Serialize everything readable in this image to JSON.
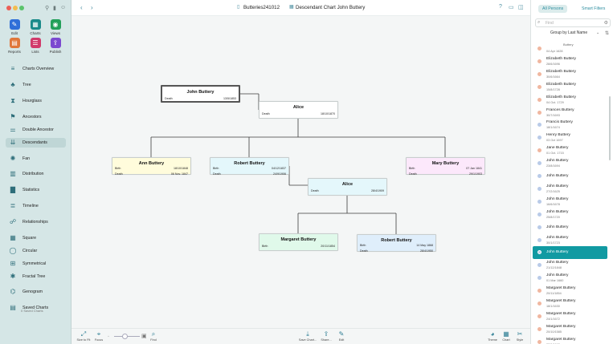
{
  "sidebar": {
    "apps": [
      {
        "label": "Edit",
        "icon": "pencil-icon",
        "color": "#2f6fd8"
      },
      {
        "label": "Charts",
        "icon": "charts-icon",
        "color": "#1a8a8a"
      },
      {
        "label": "Views",
        "icon": "eye-icon",
        "color": "#23a05a"
      },
      {
        "label": "Reports",
        "icon": "reports-icon",
        "color": "#e0773a"
      },
      {
        "label": "Lists",
        "icon": "lists-icon",
        "color": "#d13a6a"
      },
      {
        "label": "Publish",
        "icon": "publish-icon",
        "color": "#7b4ad0"
      }
    ],
    "nav": [
      {
        "label": "Charts Overview",
        "icon": "overview-icon"
      },
      {
        "label": "Tree",
        "icon": "tree-icon"
      },
      {
        "label": "Hourglass",
        "icon": "hourglass-icon"
      },
      {
        "label": "Ancestors",
        "icon": "ancestors-icon"
      },
      {
        "label": "Double Ancestor",
        "icon": "double-ancestor-icon"
      },
      {
        "label": "Descendants",
        "icon": "descendants-icon",
        "selected": true
      },
      {
        "label": "Fan",
        "icon": "fan-icon"
      },
      {
        "label": "Distribution",
        "icon": "distribution-icon"
      },
      {
        "label": "Statistics",
        "icon": "statistics-icon"
      },
      {
        "label": "Timeline",
        "icon": "timeline-icon"
      },
      {
        "label": "Relationships",
        "icon": "relationships-icon"
      },
      {
        "label": "Square",
        "icon": "square-icon"
      },
      {
        "label": "Circular",
        "icon": "circular-icon"
      },
      {
        "label": "Symmetrical",
        "icon": "symmetrical-icon"
      },
      {
        "label": "Fractal Tree",
        "icon": "fractal-tree-icon"
      },
      {
        "label": "Genogram",
        "icon": "genogram-icon"
      },
      {
        "label": "Saved Charts",
        "icon": "saved-charts-icon"
      }
    ],
    "saved_sub": "0 Saved Charts"
  },
  "toolbar": {
    "file_name": "Butteries241012",
    "chart_title": "Descendant Chart John Buttery"
  },
  "chart": {
    "nodes": [
      {
        "name": "John Buttery",
        "rows": [
          {
            "label": "Death",
            "value": "13/5/1853"
          }
        ]
      },
      {
        "name": "Alice",
        "rows": [
          {
            "label": "Death",
            "value": "18/10/1870"
          }
        ]
      },
      {
        "name": "Ann Buttery",
        "rows": [
          {
            "label": "Birth",
            "value": "18/10/1848"
          },
          {
            "label": "Death",
            "value": "06 Nov. 1847"
          }
        ]
      },
      {
        "name": "Robert Buttery",
        "rows": [
          {
            "label": "Birth",
            "value": "04/12/1837"
          },
          {
            "label": "Death",
            "value": "24/9/1906"
          }
        ]
      },
      {
        "name": "Mary Buttery",
        "rows": [
          {
            "label": "Birth",
            "value": "07 Jan 1841"
          },
          {
            "label": "Death",
            "value": "29/1/1903"
          }
        ]
      },
      {
        "name": "Alice",
        "rows": [
          {
            "label": "Death",
            "value": "28/4/1909"
          }
        ]
      },
      {
        "name": "Margaret Buttery",
        "rows": [
          {
            "label": "Birth",
            "value": "20/11/1854"
          }
        ]
      },
      {
        "name": "Robert Buttery",
        "rows": [
          {
            "label": "Birth",
            "value": "14 May 1868"
          },
          {
            "label": "Death",
            "value": "28/4/1950"
          }
        ]
      }
    ]
  },
  "bottom": {
    "buttons": [
      "Size to Fit",
      "Focus",
      "Find",
      "Save Chart...",
      "Share...",
      "Edit",
      "Theme",
      "Chart",
      "Style"
    ]
  },
  "right_panel": {
    "segments": [
      "All Persons",
      "Smart Filters"
    ],
    "search_placeholder": "Find",
    "group_by": "Group by Last Name",
    "list_header": "Buttery",
    "persons": [
      {
        "name": "",
        "date": "04 Apr 1628",
        "color": "#f0b7a0"
      },
      {
        "name": "Elizabeth Buttery",
        "date": "28/6/1696",
        "color": "#f0b7a0"
      },
      {
        "name": "Elizabeth Buttery",
        "date": "30/6/1664",
        "color": "#f0b7a0"
      },
      {
        "name": "Elizabeth Buttery",
        "date": "15/8/1728",
        "color": "#f0b7a0"
      },
      {
        "name": "Elizabeth Buttery",
        "date": "04 Oct. 1729",
        "color": "#f0b7a0"
      },
      {
        "name": "Frances Buttery",
        "date": "30/7/1693",
        "color": "#f0b7a0"
      },
      {
        "name": "Francis Buttery",
        "date": "18/1/1674",
        "color": "#b9cbe8"
      },
      {
        "name": "Henry Buttery",
        "date": "03 Oct 1697",
        "color": "#b9cbe8"
      },
      {
        "name": "Jane Buttery",
        "date": "01 Oct. 1715",
        "color": "#f0b7a0"
      },
      {
        "name": "John Buttery",
        "date": "23/8/1694",
        "color": "#b9cbe8"
      },
      {
        "name": "John Buttery",
        "date": "",
        "color": "#b9cbe8"
      },
      {
        "name": "John Buttery",
        "date": "27/2/1625",
        "color": "#b9cbe8"
      },
      {
        "name": "John Buttery",
        "date": "16/6/1678",
        "color": "#b9cbe8"
      },
      {
        "name": "John Buttery",
        "date": "25/8/1720",
        "color": "#b9cbe8"
      },
      {
        "name": "John Buttery",
        "date": "",
        "color": "#b9cbe8"
      },
      {
        "name": "John Buttery",
        "date": "30/1/1723",
        "color": "#b9cbe8"
      },
      {
        "name": "John Buttery",
        "date": "",
        "color": "#b9cbe8",
        "selected": true
      },
      {
        "name": "John Buttery",
        "date": "21/12/1848",
        "color": "#b9cbe8"
      },
      {
        "name": "John Buttery",
        "date": "01 Mar 1660",
        "color": "#b9cbe8"
      },
      {
        "name": "Margaret Buttery",
        "date": "20/11/1854",
        "color": "#f0b7a0"
      },
      {
        "name": "Margaret Buttery",
        "date": "18/1/1630",
        "color": "#f0b7a0"
      },
      {
        "name": "Margaret Buttery",
        "date": "24/1/1672",
        "color": "#f0b7a0"
      },
      {
        "name": "Margaret Buttery",
        "date": "20/10/1585",
        "color": "#f0b7a0"
      },
      {
        "name": "Margaret Buttery",
        "date": "27/8/1693",
        "color": "#f0b7a0"
      }
    ]
  }
}
